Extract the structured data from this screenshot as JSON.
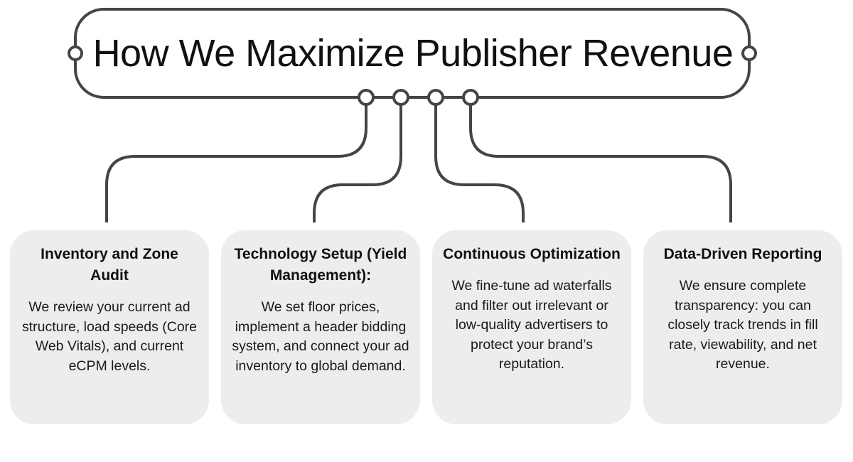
{
  "title": "How We Maximize Publisher Revenue",
  "steps": [
    {
      "title": "Inventory and Zone Audit",
      "body": "We review your current ad structure, load speeds (Core Web Vitals), and current eCPM levels."
    },
    {
      "title": "Technology Setup (Yield Management):",
      "body": "We set floor prices, implement a header bidding system, and connect your ad inventory to global demand."
    },
    {
      "title": "Continuous Optimization",
      "body": "We fine-tune ad waterfalls and filter out irrelevant or low-quality advertisers to protect your brand’s reputation."
    },
    {
      "title": "Data-Driven Reporting",
      "body": "We ensure complete transparency: you can closely track trends in fill rate, viewability, and net revenue."
    }
  ],
  "colors": {
    "stroke": "#454545",
    "card_fill": "#ededed",
    "text": "#111111"
  }
}
